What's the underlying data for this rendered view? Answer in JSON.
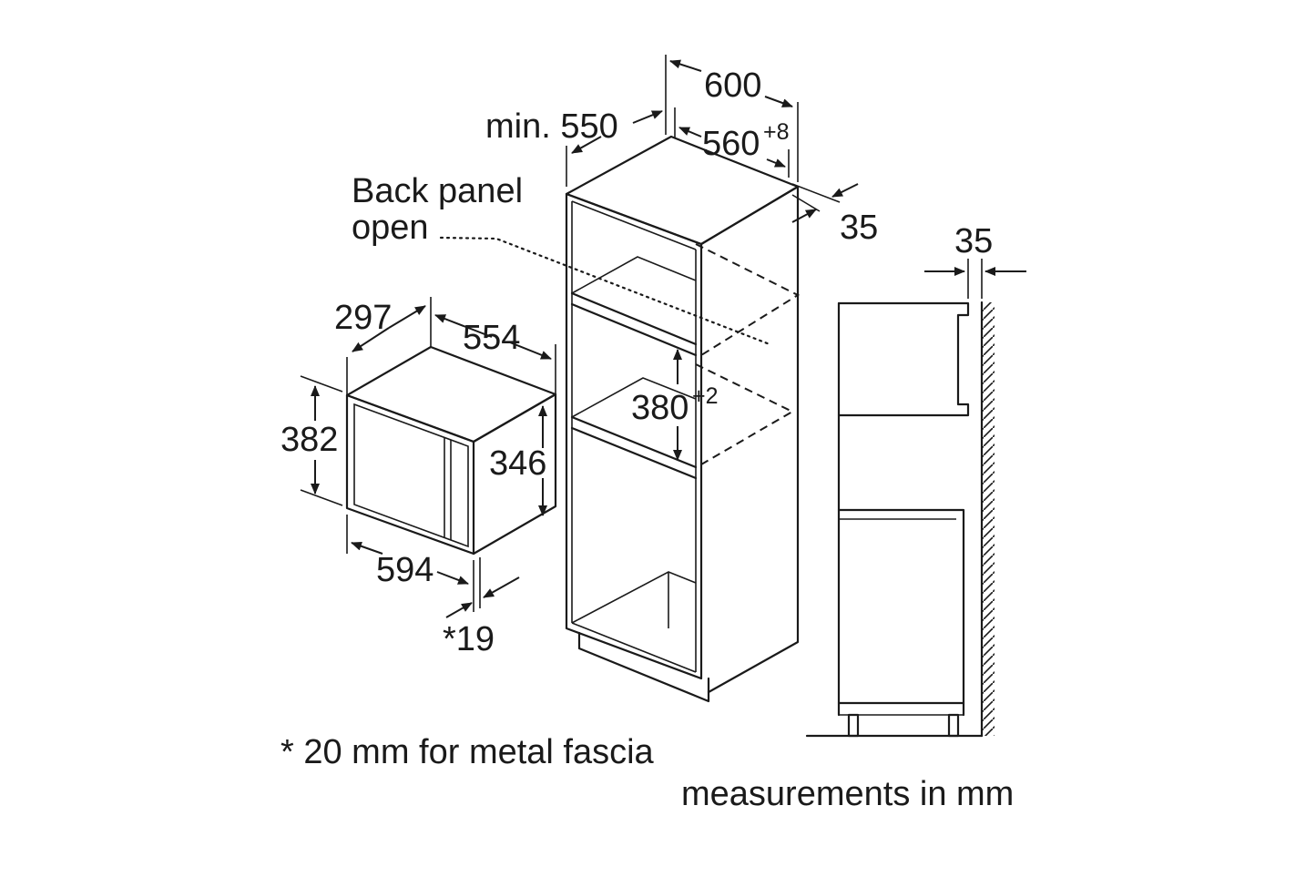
{
  "labels": {
    "w600": "600",
    "min550": "min. 550",
    "w560": "560",
    "w560_tol": "+8",
    "d35_right": "35",
    "back_panel_1": "Back panel",
    "back_panel_2": "open",
    "d297": "297",
    "d554": "554",
    "h382": "382",
    "h346": "346",
    "h380": "380",
    "h380_tol": "+2",
    "w594": "594",
    "d19": "*19",
    "side_35": "35",
    "note": "* 20 mm for metal fascia",
    "units": "measurements in mm"
  }
}
